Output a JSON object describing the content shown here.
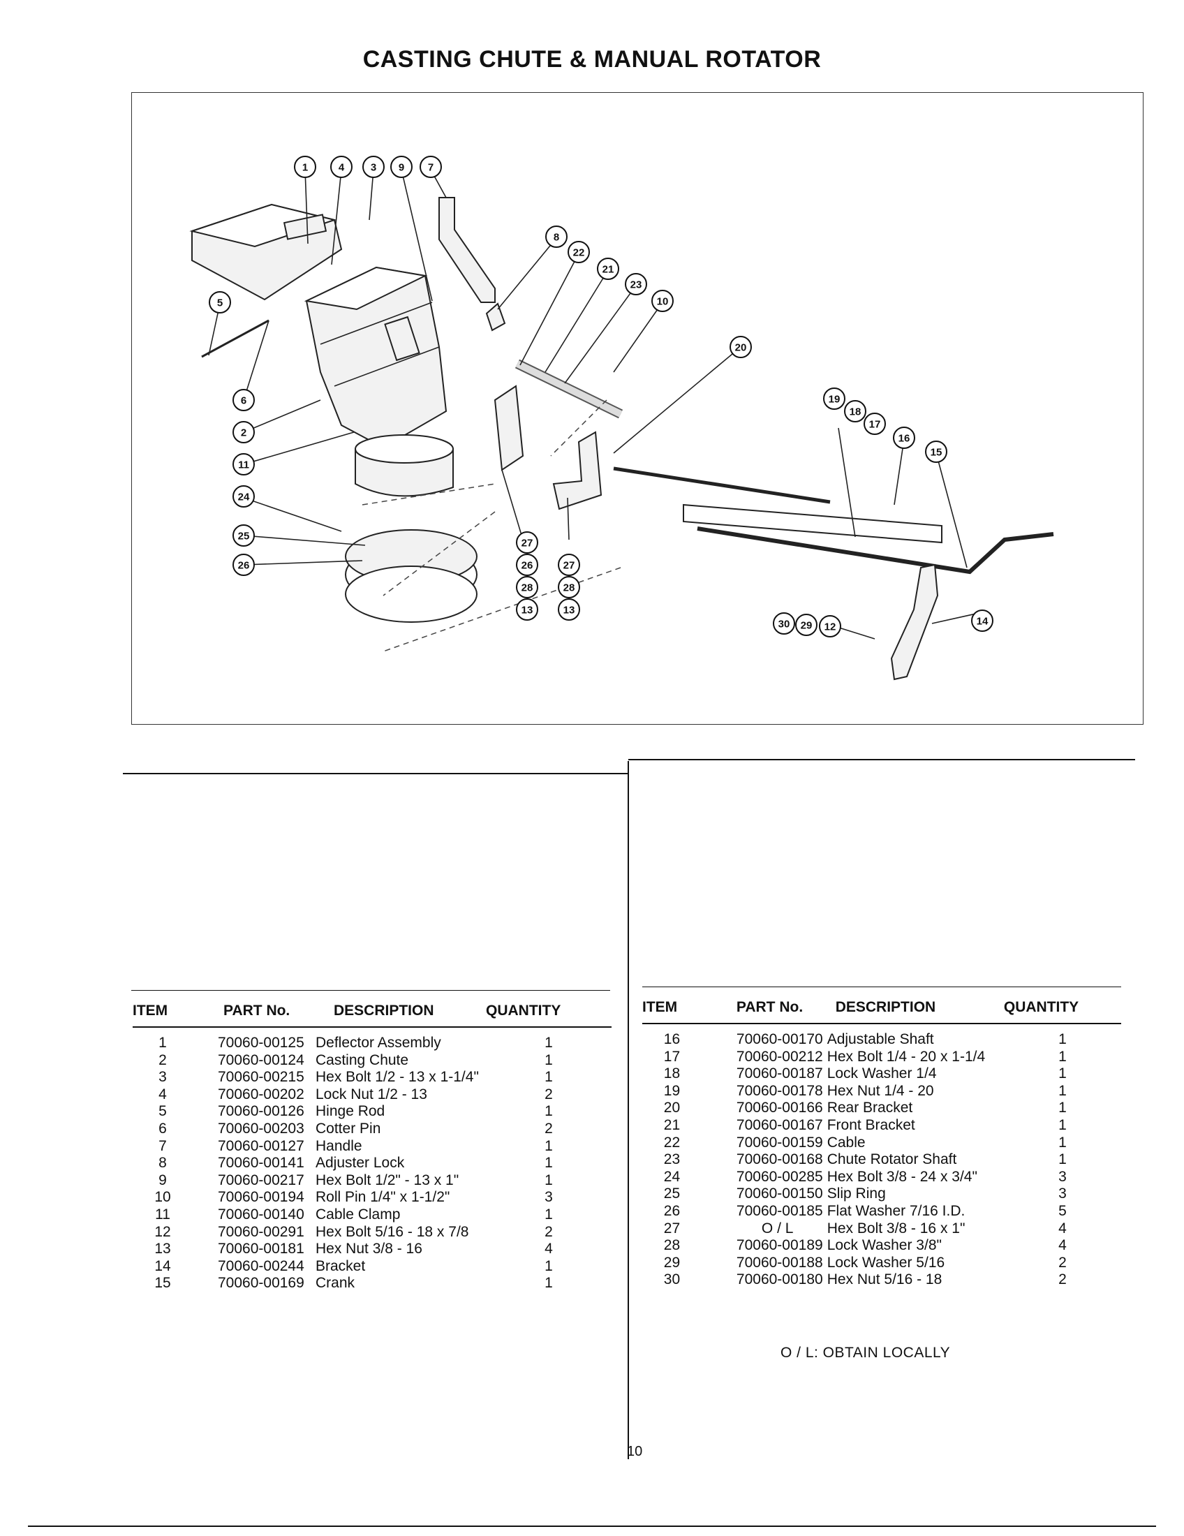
{
  "page": {
    "title": "CASTING CHUTE & MANUAL ROTATOR",
    "page_number": "10",
    "note": "O / L: OBTAIN LOCALLY"
  },
  "diagram": {
    "callouts": [
      "1",
      "4",
      "3",
      "9",
      "7",
      "8",
      "22",
      "21",
      "23",
      "10",
      "20",
      "5",
      "6",
      "2",
      "11",
      "24",
      "25",
      "26",
      "19",
      "18",
      "17",
      "16",
      "15",
      "27",
      "26",
      "28",
      "13",
      "27",
      "28",
      "13",
      "30",
      "29",
      "12",
      "14"
    ]
  },
  "table": {
    "headers": {
      "item": "ITEM",
      "part_no": "PART No.",
      "description": "DESCRIPTION",
      "quantity": "QUANTITY"
    },
    "left_rows": [
      {
        "item": "1",
        "part_no": "70060-00125",
        "description": "Deflector Assembly",
        "quantity": "1"
      },
      {
        "item": "2",
        "part_no": "70060-00124",
        "description": "Casting Chute",
        "quantity": "1"
      },
      {
        "item": "3",
        "part_no": "70060-00215",
        "description": "Hex Bolt 1/2 - 13 x 1-1/4\"",
        "quantity": "1"
      },
      {
        "item": "4",
        "part_no": "70060-00202",
        "description": "Lock Nut 1/2 - 13",
        "quantity": "2"
      },
      {
        "item": "5",
        "part_no": "70060-00126",
        "description": "Hinge Rod",
        "quantity": "1"
      },
      {
        "item": "6",
        "part_no": "70060-00203",
        "description": "Cotter Pin",
        "quantity": "2"
      },
      {
        "item": "7",
        "part_no": "70060-00127",
        "description": "Handle",
        "quantity": "1"
      },
      {
        "item": "8",
        "part_no": "70060-00141",
        "description": "Adjuster Lock",
        "quantity": "1"
      },
      {
        "item": "9",
        "part_no": "70060-00217",
        "description": "Hex Bolt 1/2\" - 13 x 1\"",
        "quantity": "1"
      },
      {
        "item": "10",
        "part_no": "70060-00194",
        "description": "Roll Pin 1/4\" x 1-1/2\"",
        "quantity": "3"
      },
      {
        "item": "11",
        "part_no": "70060-00140",
        "description": "Cable Clamp",
        "quantity": "1"
      },
      {
        "item": "12",
        "part_no": "70060-00291",
        "description": "Hex Bolt 5/16 - 18 x 7/8",
        "quantity": "2"
      },
      {
        "item": "13",
        "part_no": "70060-00181",
        "description": "Hex Nut 3/8 - 16",
        "quantity": "4"
      },
      {
        "item": "14",
        "part_no": "70060-00244",
        "description": "Bracket",
        "quantity": "1"
      },
      {
        "item": "15",
        "part_no": "70060-00169",
        "description": "Crank",
        "quantity": "1"
      }
    ],
    "right_rows": [
      {
        "item": "16",
        "part_no": "70060-00170",
        "description": "Adjustable Shaft",
        "quantity": "1"
      },
      {
        "item": "17",
        "part_no": "70060-00212",
        "description": "Hex Bolt 1/4 - 20 x 1-1/4",
        "quantity": "1"
      },
      {
        "item": "18",
        "part_no": "70060-00187",
        "description": "Lock Washer 1/4",
        "quantity": "1"
      },
      {
        "item": "19",
        "part_no": "70060-00178",
        "description": "Hex Nut 1/4 - 20",
        "quantity": "1"
      },
      {
        "item": "20",
        "part_no": "70060-00166",
        "description": "Rear Bracket",
        "quantity": "1"
      },
      {
        "item": "21",
        "part_no": "70060-00167",
        "description": "Front Bracket",
        "quantity": "1"
      },
      {
        "item": "22",
        "part_no": "70060-00159",
        "description": "Cable",
        "quantity": "1"
      },
      {
        "item": "23",
        "part_no": "70060-00168",
        "description": "Chute Rotator Shaft",
        "quantity": "1"
      },
      {
        "item": "24",
        "part_no": "70060-00285",
        "description": "Hex Bolt 3/8 - 24 x 3/4\"",
        "quantity": "3"
      },
      {
        "item": "25",
        "part_no": "70060-00150",
        "description": "Slip Ring",
        "quantity": "3"
      },
      {
        "item": "26",
        "part_no": "70060-00185",
        "description": "Flat Washer 7/16 I.D.",
        "quantity": "5"
      },
      {
        "item": "27",
        "part_no": "O / L",
        "description": "Hex Bolt 3/8 - 16 x 1\"",
        "quantity": "4"
      },
      {
        "item": "28",
        "part_no": "70060-00189",
        "description": "Lock Washer 3/8\"",
        "quantity": "4"
      },
      {
        "item": "29",
        "part_no": "70060-00188",
        "description": "Lock Washer 5/16",
        "quantity": "2"
      },
      {
        "item": "30",
        "part_no": "70060-00180",
        "description": "Hex Nut 5/16 - 18",
        "quantity": "2"
      }
    ]
  }
}
